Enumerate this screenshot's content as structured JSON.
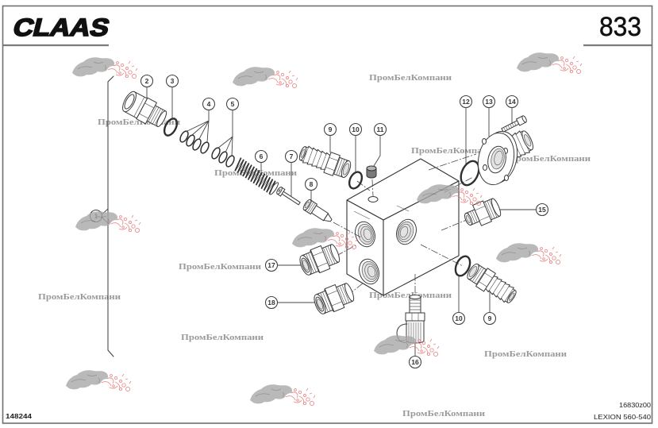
{
  "header": {
    "brand_logo": "CLAAS",
    "page_number": "833"
  },
  "diagram": {
    "callouts": [
      "1",
      "2",
      "3",
      "4",
      "5",
      "6",
      "7",
      "8",
      "9",
      "10",
      "11",
      "12",
      "13",
      "14",
      "15",
      "16",
      "17",
      "18",
      "10",
      "9"
    ]
  },
  "watermark": {
    "text": "ПромБелКомпани"
  },
  "footer": {
    "sheet_number": "148244",
    "drawing_number": "16830z00",
    "model_range": "LEXION 560-540"
  },
  "colors": {
    "line": "#333333",
    "frame": "#6f6f6f",
    "watermark_text": "#9a9a9a",
    "watermark_logo_gray": "#a8a8a8",
    "watermark_logo_red": "#e57373",
    "background": "#ffffff"
  }
}
